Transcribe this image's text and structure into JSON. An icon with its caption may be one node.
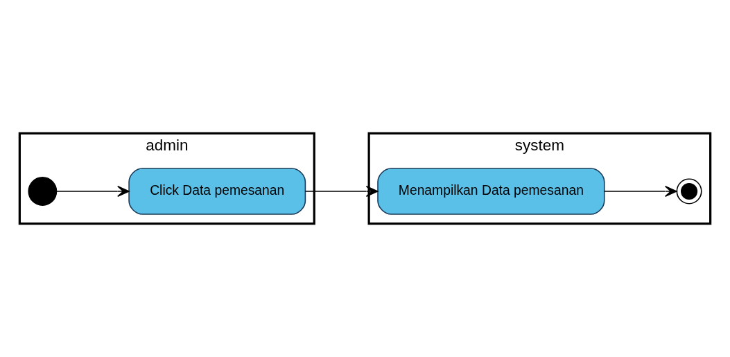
{
  "diagram": {
    "nodes": [
      {
        "text": [
          "admin"
        ]
      },
      {
        "text": [
          "system"
        ]
      },
      {
        "text": [],
        "shape": "circle",
        "in": 0
      },
      {
        "text": [
          "Click Data pemesanan"
        ],
        "in": 0
      },
      {
        "text": [
          "Menampilkan Data pemesanan"
        ],
        "in": 1
      },
      {
        "text": [],
        "shape": "circle",
        "in": 1
      }
    ],
    "edges": [
      {
        "from": 2,
        "to": 3,
        "arrow": "to"
      },
      {
        "from": 3,
        "to": 4,
        "arrow": "to"
      },
      {
        "from": 4,
        "to": 5,
        "arrow": "to"
      }
    ]
  }
}
